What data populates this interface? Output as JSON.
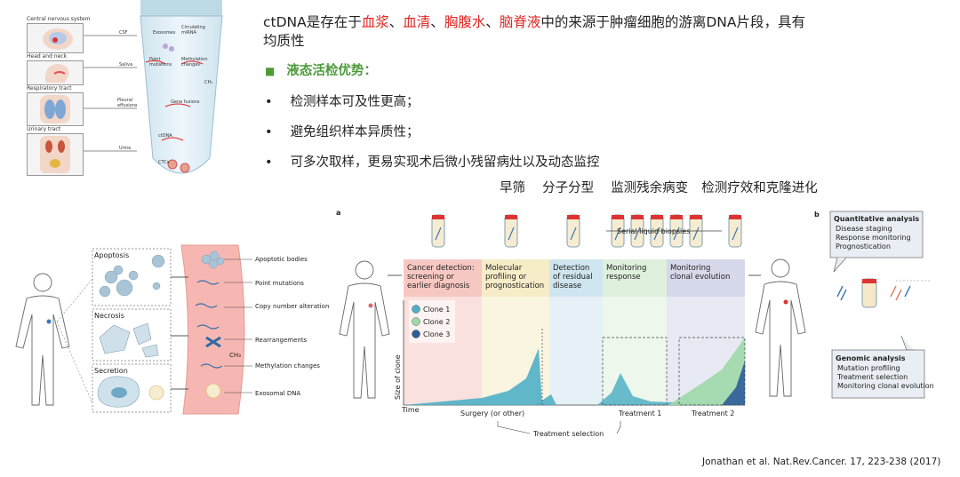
{
  "top_left": {
    "organs": [
      {
        "name": "Central nervous system",
        "fluid": "CSF"
      },
      {
        "name": "Head and neck",
        "fluid": "Saliva"
      },
      {
        "name": "Respiratory tract",
        "fluid": "Pleural effusions"
      },
      {
        "name": "Urinary tract",
        "fluid": "Urine"
      }
    ],
    "tube_labels": {
      "exosomes": "Exosomes",
      "circulating_mrna": "Circulating miRNA",
      "point_mutations": "Point mutations",
      "methylation": "Methylation changes",
      "gene_fusions": "Gene fusions",
      "ctdna": "ctDNA",
      "ctcs": "CTCs",
      "ch3": "CH₃"
    }
  },
  "text": {
    "line1_prefix": "ctDNA是存在于",
    "red1": "血浆",
    "sep1": "、",
    "red2": "血清",
    "sep2": "、",
    "red3": "胸腹水",
    "sep3": "、",
    "red4": "脑脊液",
    "line1_suffix": "中的来源于肿瘤细胞的游离DNA片段，具有",
    "line2": "均质性",
    "advantage_marker": "■",
    "advantage_title": "液态活检优势：",
    "bullets": [
      "检测样本可及性更高；",
      "避免组织样本异质性；",
      "可多次取样，更易实现术后微小残留病灶以及动态监控"
    ],
    "applications": [
      "早筛",
      "分子分型",
      "监测残余病变",
      "检测疗效和克隆进化"
    ]
  },
  "left_diagram": {
    "boxes": [
      "Apoptosis",
      "Necrosis",
      "Secretion"
    ],
    "labels": [
      "Apoptotic bodies",
      "Point mutations",
      "Copy number alterations",
      "Rearrangements",
      "Methylation changes",
      "Exosomal DNA"
    ],
    "ch3": "CH₃"
  },
  "panel_a": {
    "letter": "a",
    "serial": "Serial liquid biopsies",
    "phases": [
      {
        "lines": [
          "Cancer detection:",
          "screening or",
          "earlier diagnosis"
        ],
        "color": "#f7c8c2"
      },
      {
        "lines": [
          "Molecular",
          "profiling or",
          "prognostication"
        ],
        "color": "#f6ecc8"
      },
      {
        "lines": [
          "Detection",
          "of residual",
          "disease"
        ],
        "color": "#cfe5ef"
      },
      {
        "lines": [
          "Monitoring",
          "response"
        ],
        "color": "#dff0dc"
      },
      {
        "lines": [
          "Monitoring",
          "clonal evolution"
        ],
        "color": "#d5d9ea"
      }
    ],
    "legend": [
      {
        "name": "Clone 1",
        "color": "#4fb0c6"
      },
      {
        "name": "Clone 2",
        "color": "#9fd8a9"
      },
      {
        "name": "Clone 3",
        "color": "#2f5d9a"
      }
    ],
    "y_axis": "Size of clone",
    "x_axis": "Time",
    "surgery": "Surgery (or other)",
    "treatment1": "Treatment 1",
    "treatment2": "Treatment 2",
    "treatment_selection": "Treatment selection"
  },
  "panel_b": {
    "letter": "b",
    "quant_title": "Quantitative analysis",
    "quant_items": [
      "Disease staging",
      "Response monitoring",
      "Prognostication"
    ],
    "genomic_title": "Genomic analysis",
    "genomic_items": [
      "Mutation profiling",
      "Treatment selection",
      "Monitoring clonal evolution"
    ]
  },
  "citation": "Jonathan et al. Nat.Rev.Cancer. 17, 223-238 (2017)"
}
